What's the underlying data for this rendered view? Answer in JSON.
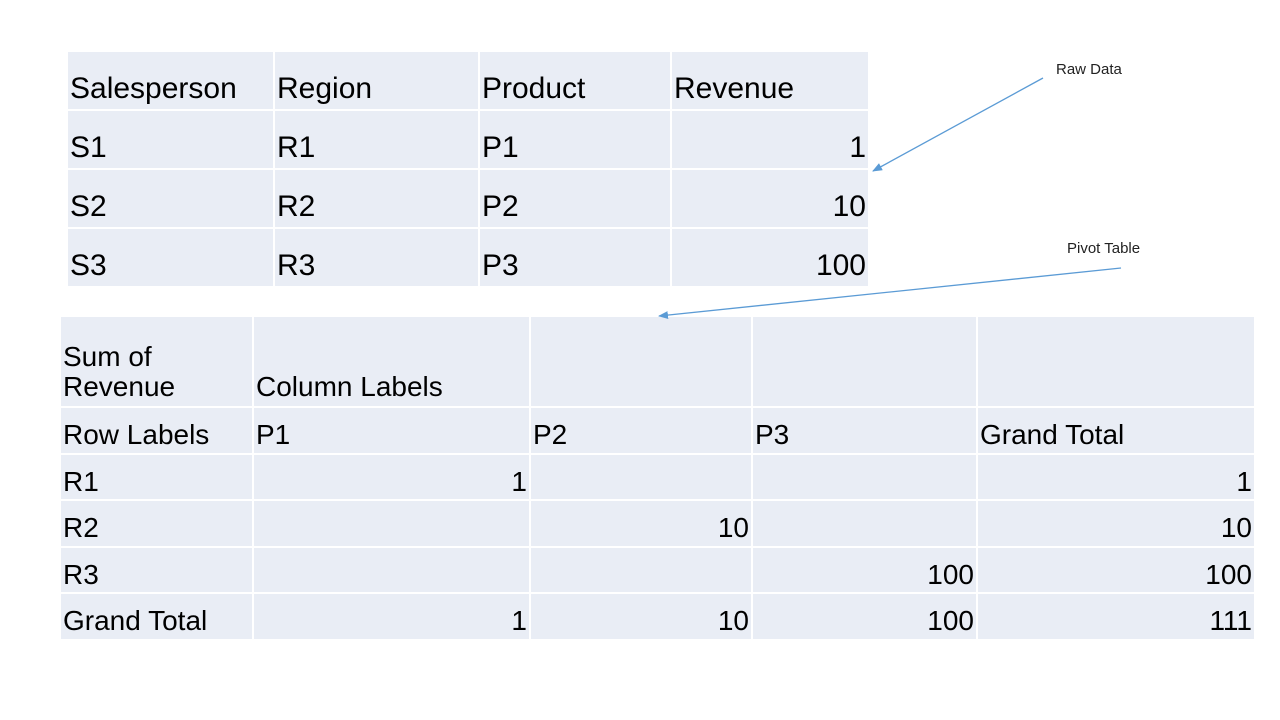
{
  "callouts": {
    "raw_data": "Raw Data",
    "pivot_table": "Pivot Table"
  },
  "raw_table": {
    "headers": [
      "Salesperson",
      "Region",
      "Product",
      "Revenue"
    ],
    "rows": [
      [
        "S1",
        "R1",
        "P1",
        "1"
      ],
      [
        "S2",
        "R2",
        "P2",
        "10"
      ],
      [
        "S3",
        "R3",
        "P3",
        "100"
      ]
    ]
  },
  "pivot_table": {
    "value_field_label": "Sum of Revenue",
    "column_labels_header": "Column Labels",
    "row_labels_header": "Row Labels",
    "columns": [
      "P1",
      "P2",
      "P3",
      "Grand Total"
    ],
    "rows": [
      {
        "label": "R1",
        "values": [
          "1",
          "",
          "",
          "1"
        ]
      },
      {
        "label": "R2",
        "values": [
          "",
          "10",
          "",
          "10"
        ]
      },
      {
        "label": "R3",
        "values": [
          "",
          "",
          "100",
          "100"
        ]
      },
      {
        "label": "Grand Total",
        "values": [
          "1",
          "10",
          "100",
          "111"
        ]
      }
    ]
  },
  "colors": {
    "cell_fill": "#e9edf5",
    "cell_border": "#ffffff",
    "arrow": "#5b9bd5"
  }
}
